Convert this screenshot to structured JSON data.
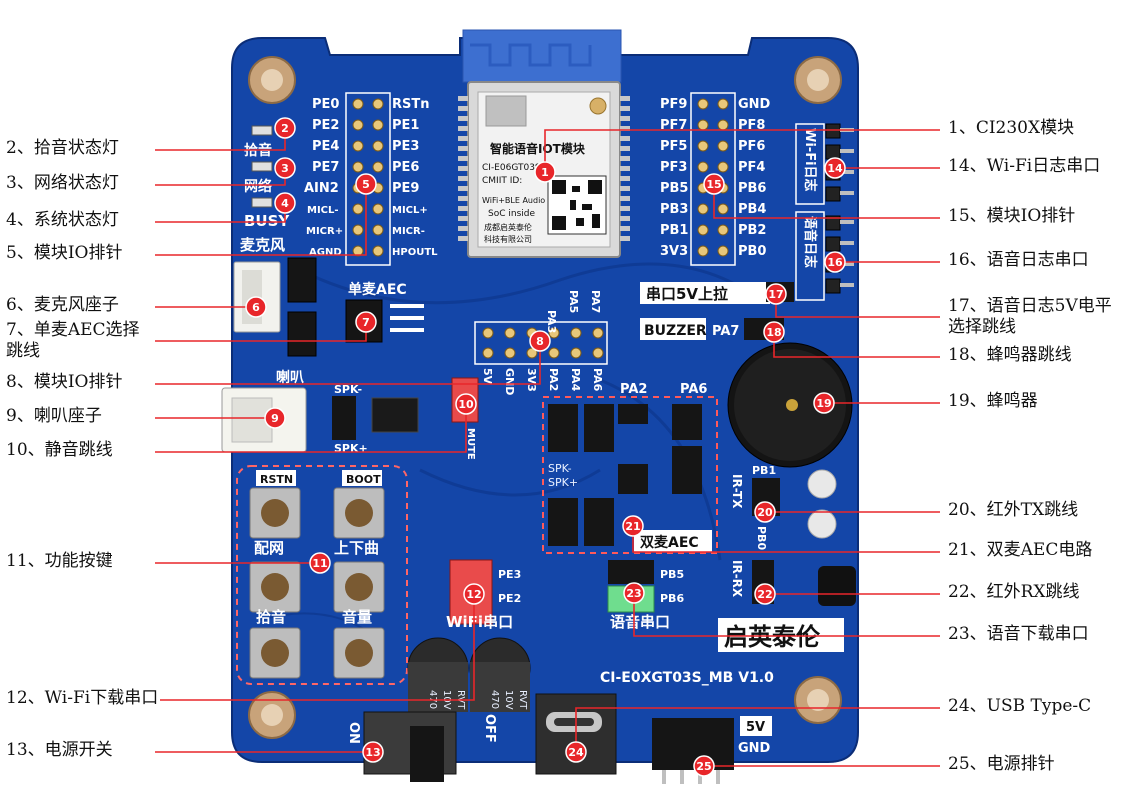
{
  "board": {
    "model": "CI-E0XGT03S_MB V1.0",
    "brand": "启英泰伦",
    "module": {
      "title": "智能语音IOT模块",
      "model": "CI-E06GT03S",
      "cmiit": "CMIIT ID:",
      "feature": "WiFi+BLE Audio",
      "soc": "SoC inside",
      "company_1": "成都启英泰伦",
      "company_2": "科技有限公司"
    },
    "silkscreen": {
      "left_pins": [
        "PE0",
        "PE2",
        "PE4",
        "PE7",
        "AIN2",
        "MICL-",
        "MICR+",
        "AGND"
      ],
      "right_pins": [
        "RSTn",
        "PE1",
        "PE3",
        "PE6",
        "PE9",
        "MICL+",
        "MICR-",
        "HPOUTL"
      ],
      "right_header_left": [
        "PF9",
        "PF7",
        "PF5",
        "PF3",
        "PB5",
        "PB3",
        "PB1",
        "3V3"
      ],
      "right_header_right": [
        "GND",
        "PF8",
        "PF6",
        "PF4",
        "PB6",
        "PB4",
        "PB2",
        "PB0"
      ],
      "led_labels": [
        "拾音",
        "网络",
        "BUSY"
      ],
      "mic_label": "麦克风",
      "aec_single": "单麦AEC",
      "speaker_label": "喇叭",
      "spk_minus": "SPK-",
      "spk_plus": "SPK+",
      "mid_header_top": [
        "PA3",
        "PA5",
        "PA7"
      ],
      "mid_header_bottom": [
        "5V",
        "GND",
        "3V3",
        "PA2",
        "PA4",
        "PA6"
      ],
      "serial_5v": "串口5V上拉",
      "buzzer": "BUZZER",
      "buzzer_pin": "PA7",
      "dual_aec": "双麦AEC",
      "dual_pa2": "PA2",
      "dual_pa6": "PA6",
      "ir_tx": "IR-TX",
      "ir_rx": "IR-RX",
      "pb1": "PB1",
      "pb0": "PB0",
      "button_labels": [
        "RSTN",
        "BOOT",
        "配网",
        "上下曲",
        "拾音",
        "音量"
      ],
      "wifi_serial": "WiFi串口",
      "voice_serial": "语音串口",
      "wifi_log": "Wi-Fi日志",
      "voice_log": "语音日志",
      "pe3": "PE3",
      "pe2": "PE2",
      "pb5": "PB5",
      "pb6": "PB6",
      "power_5v": "5V",
      "power_gnd": "GND",
      "switch_on": "ON",
      "switch_off": "OFF",
      "cap_text": [
        "470",
        "10V",
        "RVT"
      ],
      "mute": "MUTE"
    }
  },
  "callouts_left": [
    {
      "num": "2",
      "text": "2、拾音状态灯"
    },
    {
      "num": "3",
      "text": "3、网络状态灯"
    },
    {
      "num": "4",
      "text": "4、系统状态灯"
    },
    {
      "num": "5",
      "text": "5、模块IO排针"
    },
    {
      "num": "6",
      "text": "6、麦克风座子"
    },
    {
      "num": "7",
      "text": "7、单麦AEC选择跳线"
    },
    {
      "num": "8",
      "text": "8、模块IO排针"
    },
    {
      "num": "9",
      "text": "9、喇叭座子"
    },
    {
      "num": "10",
      "text": "10、静音跳线"
    },
    {
      "num": "11",
      "text": "11、功能按键"
    },
    {
      "num": "12",
      "text": "12、Wi-Fi下载串口"
    },
    {
      "num": "13",
      "text": "13、电源开关"
    }
  ],
  "callouts_right": [
    {
      "num": "1",
      "text": "1、CI230X模块"
    },
    {
      "num": "14",
      "text": "14、Wi-Fi日志串口"
    },
    {
      "num": "15",
      "text": "15、模块IO排针"
    },
    {
      "num": "16",
      "text": "16、语音日志串口"
    },
    {
      "num": "17",
      "text": "17、语音日志5V电平选择跳线"
    },
    {
      "num": "18",
      "text": "18、蜂鸣器跳线"
    },
    {
      "num": "19",
      "text": "19、蜂鸣器"
    },
    {
      "num": "20",
      "text": "20、红外TX跳线"
    },
    {
      "num": "21",
      "text": "21、双麦AEC电路"
    },
    {
      "num": "22",
      "text": "22、红外RX跳线"
    },
    {
      "num": "23",
      "text": "23、语音下载串口"
    },
    {
      "num": "24",
      "text": "24、USB Type-C"
    },
    {
      "num": "25",
      "text": "25、电源排针"
    }
  ],
  "colors": {
    "pcb": "#1446a8",
    "pcb_dark": "#0d3384",
    "callout_red": "#e8262a",
    "silkscreen": "#ffffff"
  }
}
